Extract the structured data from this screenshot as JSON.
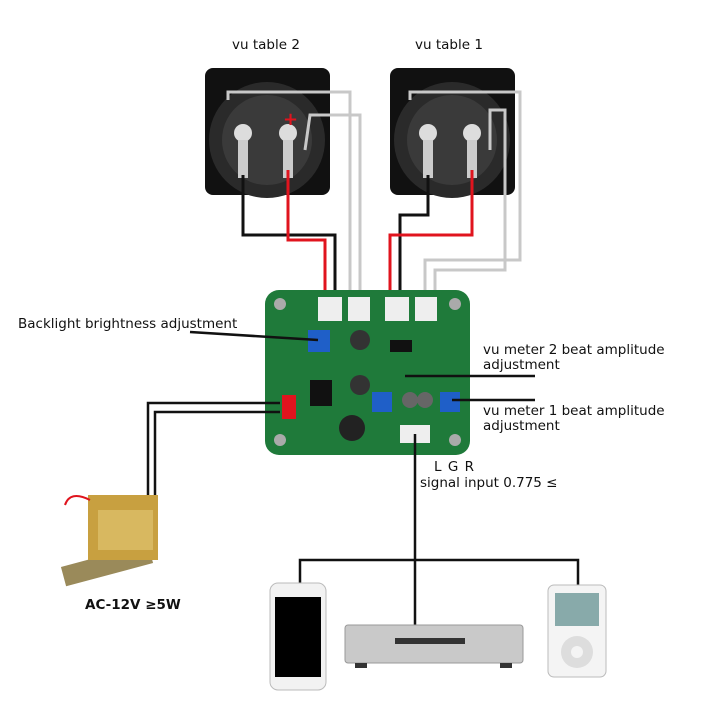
{
  "labels": {
    "vu_table_2": "vu table 2",
    "vu_table_1": "vu table 1",
    "backlight": "Backlight brightness adjustment",
    "vu2_adjust_line1": "vu meter 2 beat amplitude",
    "vu2_adjust_line2": "adjustment",
    "vu1_adjust_line1": "vu meter 1 beat amplitude",
    "vu1_adjust_line2": "adjustment",
    "lgr": "L G R",
    "signal_input": "signal input 0.775 ≤",
    "power": "AC-12V ≥5W"
  },
  "colors": {
    "pcb": "#1f7a3a",
    "wire_red": "#e0141e",
    "wire_black": "#111111",
    "wire_gray": "#c8c8c8",
    "pot_blue": "#1f5fc8"
  }
}
